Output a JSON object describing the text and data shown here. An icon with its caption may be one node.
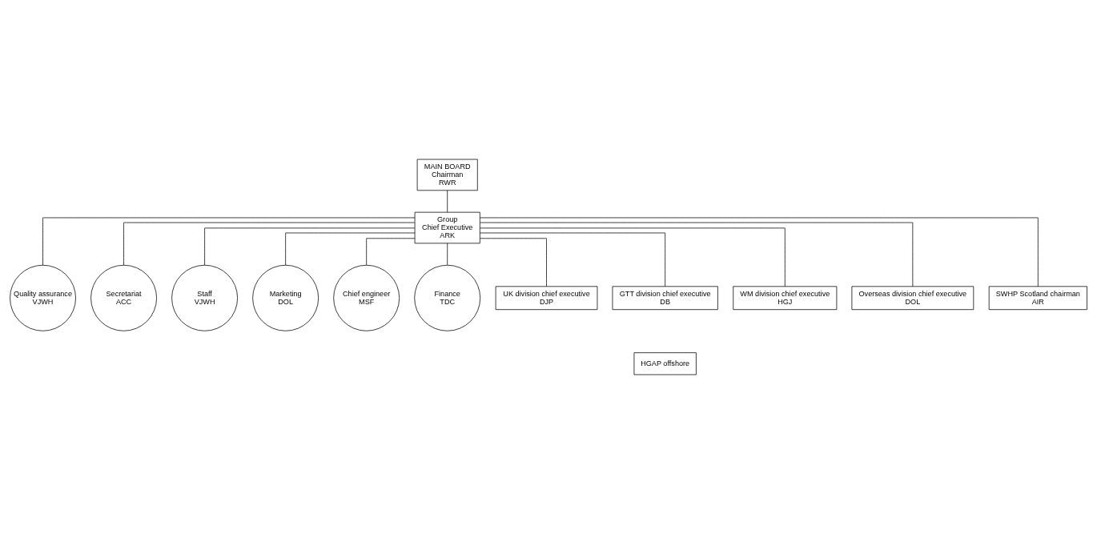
{
  "diagram": {
    "nodes": [
      {
        "text": [
          "MAIN BOARD",
          "Chairman",
          "RWR"
        ]
      },
      {
        "text": [
          "Group",
          "Chief Executive",
          "ARK"
        ]
      },
      {
        "text": [
          "Quality assurance",
          "VJWH"
        ]
      },
      {
        "text": [
          "Secretariat",
          "ACC"
        ]
      },
      {
        "text": [
          "Staff",
          "VJWH"
        ]
      },
      {
        "text": [
          "Marketing",
          "DOL"
        ]
      },
      {
        "text": [
          "Chief engineer",
          "MSF"
        ]
      },
      {
        "text": [
          "Finance",
          "TDC"
        ]
      },
      {
        "text": [
          "UK division chief executive",
          "DJP"
        ]
      },
      {
        "text": [
          "GTT division chief executive",
          "DB"
        ]
      },
      {
        "text": [
          "WM division chief executive",
          "HGJ"
        ]
      },
      {
        "text": [
          "Overseas division chief executive",
          "DOL"
        ]
      },
      {
        "text": [
          "SWHP Scotland chairman",
          "AIR"
        ]
      },
      {
        "text": [
          "HGAP offshore"
        ]
      }
    ],
    "edges": [
      {
        "from": 0,
        "to": 1,
        "arrow": "none"
      },
      {
        "from": 1,
        "to": 2,
        "arrow": "none"
      },
      {
        "from": 1,
        "to": 3,
        "arrow": "none"
      },
      {
        "from": 1,
        "to": 4,
        "arrow": "none"
      },
      {
        "from": 1,
        "to": 5,
        "arrow": "none"
      },
      {
        "from": 1,
        "to": 6,
        "arrow": "none"
      },
      {
        "from": 1,
        "to": 7,
        "arrow": "none"
      },
      {
        "from": 1,
        "to": 8,
        "arrow": "none"
      },
      {
        "from": 1,
        "to": 9,
        "arrow": "none"
      },
      {
        "from": 1,
        "to": 10,
        "arrow": "none"
      },
      {
        "from": 1,
        "to": 11,
        "arrow": "none"
      },
      {
        "from": 1,
        "to": 12,
        "arrow": "none"
      }
    ]
  }
}
